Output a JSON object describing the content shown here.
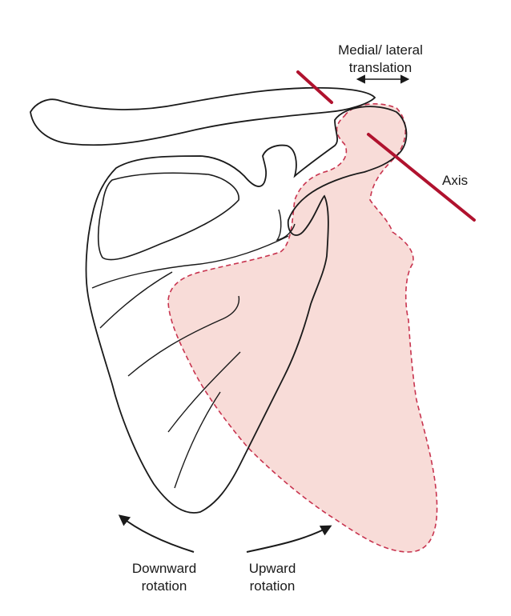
{
  "labels": {
    "medial_line1": "Medial/ lateral",
    "medial_line2": "translation",
    "axis": "Axis",
    "downward_line1": "Downward",
    "downward_line2": "rotation",
    "upward_line1": "Upward",
    "upward_line2": "rotation"
  },
  "colors": {
    "outline": "#1a1a1a",
    "rotated_fill": "#f8dcd8",
    "rotated_outline": "#c8344f",
    "axis_line": "#b0122e"
  },
  "icons": {
    "medial_lateral_arrow": "double-headed-arrow-icon",
    "downward_arrow": "curved-arrow-left-icon",
    "upward_arrow": "curved-arrow-right-icon"
  }
}
